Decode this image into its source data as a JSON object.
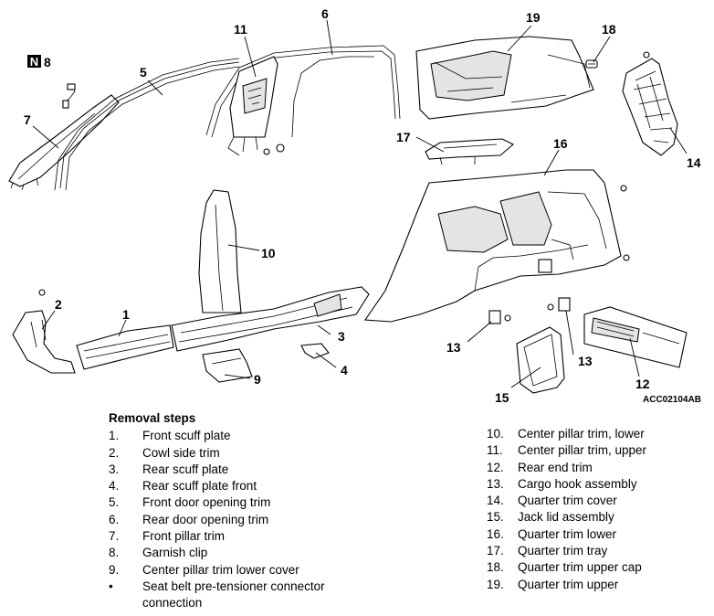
{
  "diagram": {
    "callouts": [
      "1",
      "2",
      "3",
      "4",
      "5",
      "6",
      "7",
      "8",
      "9",
      "10",
      "11",
      "12",
      "13",
      "13",
      "14",
      "15",
      "16",
      "17",
      "18",
      "19"
    ],
    "badge": "N",
    "figure_code": "ACC02104AB"
  },
  "legend": {
    "title": "Removal steps",
    "left": [
      {
        "num": "1.",
        "text": "Front scuff plate"
      },
      {
        "num": "2.",
        "text": "Cowl side trim"
      },
      {
        "num": "3.",
        "text": "Rear scuff plate"
      },
      {
        "num": "4.",
        "text": "Rear scuff plate front"
      },
      {
        "num": "5.",
        "text": "Front door opening trim"
      },
      {
        "num": "6.",
        "text": "Rear door opening trim"
      },
      {
        "num": "7.",
        "text": "Front pillar trim"
      },
      {
        "num": "8.",
        "text": "Garnish clip"
      },
      {
        "num": "9.",
        "text": "Center pillar trim lower cover"
      },
      {
        "num": "•",
        "text": "Seat belt pre-tensioner connector\nconnection"
      }
    ],
    "right": [
      {
        "num": "10.",
        "text": "Center pillar trim, lower"
      },
      {
        "num": "11.",
        "text": "Center pillar trim, upper"
      },
      {
        "num": "12.",
        "text": "Rear end trim"
      },
      {
        "num": "13.",
        "text": "Cargo hook assembly"
      },
      {
        "num": "14.",
        "text": "Quarter trim cover"
      },
      {
        "num": "15.",
        "text": "Jack lid assembly"
      },
      {
        "num": "16.",
        "text": "Quarter trim lower"
      },
      {
        "num": "17.",
        "text": "Quarter trim tray"
      },
      {
        "num": "18.",
        "text": "Quarter trim upper cap"
      },
      {
        "num": "19.",
        "text": "Quarter trim upper"
      }
    ]
  }
}
